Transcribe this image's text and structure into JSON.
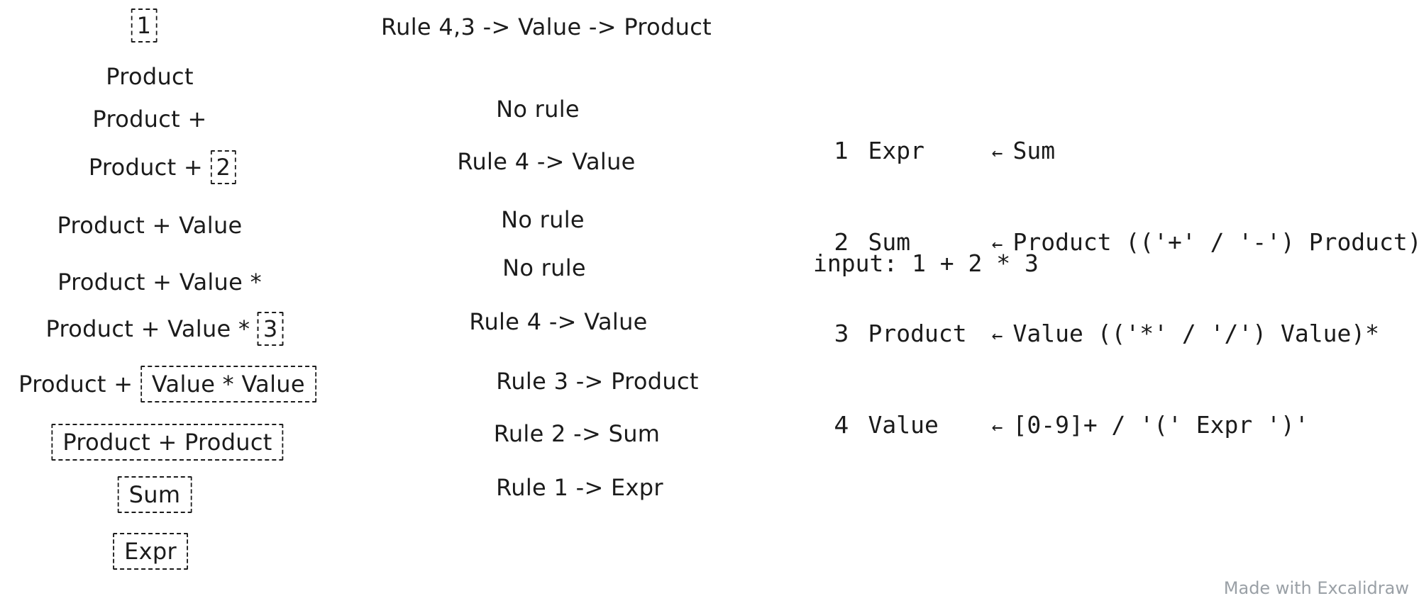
{
  "derivation": {
    "steps": [
      {
        "before": "",
        "boxed": "1",
        "after": ""
      },
      {
        "before": "Product",
        "boxed": "",
        "after": ""
      },
      {
        "before": "Product +",
        "boxed": "",
        "after": ""
      },
      {
        "before": "Product +",
        "boxed": "2",
        "after": ""
      },
      {
        "before": "Product + Value",
        "boxed": "",
        "after": ""
      },
      {
        "before": "Product + Value *",
        "boxed": "",
        "after": ""
      },
      {
        "before": "Product + Value *",
        "boxed": "3",
        "after": ""
      },
      {
        "before": "Product +",
        "boxed": "Value * Value",
        "after": ""
      },
      {
        "before": "",
        "boxed": "Product + Product",
        "after": ""
      },
      {
        "before": "",
        "boxed": "Sum",
        "after": ""
      },
      {
        "before": "",
        "boxed": "Expr",
        "after": ""
      }
    ]
  },
  "rules_applied": [
    "Rule 4,3 -> Value -> Product",
    "No rule",
    "Rule 4 -> Value",
    "No rule",
    "No rule",
    "Rule 4 -> Value",
    "Rule 3 -> Product",
    "Rule 2 -> Sum",
    "Rule 1 -> Expr"
  ],
  "grammar": [
    {
      "num": "1",
      "name": "Expr",
      "arrow": "←",
      "def": "Sum"
    },
    {
      "num": "2",
      "name": "Sum",
      "arrow": "←",
      "def": "Product (('+' / '-') Product)*"
    },
    {
      "num": "3",
      "name": "Product",
      "arrow": "←",
      "def": "Value (('*' / '/') Value)*"
    },
    {
      "num": "4",
      "name": "Value",
      "arrow": "←",
      "def": "[0-9]+ / '(' Expr ')'"
    }
  ],
  "input_line": "input: 1 + 2 * 3",
  "watermark": "Made with Excalidraw"
}
